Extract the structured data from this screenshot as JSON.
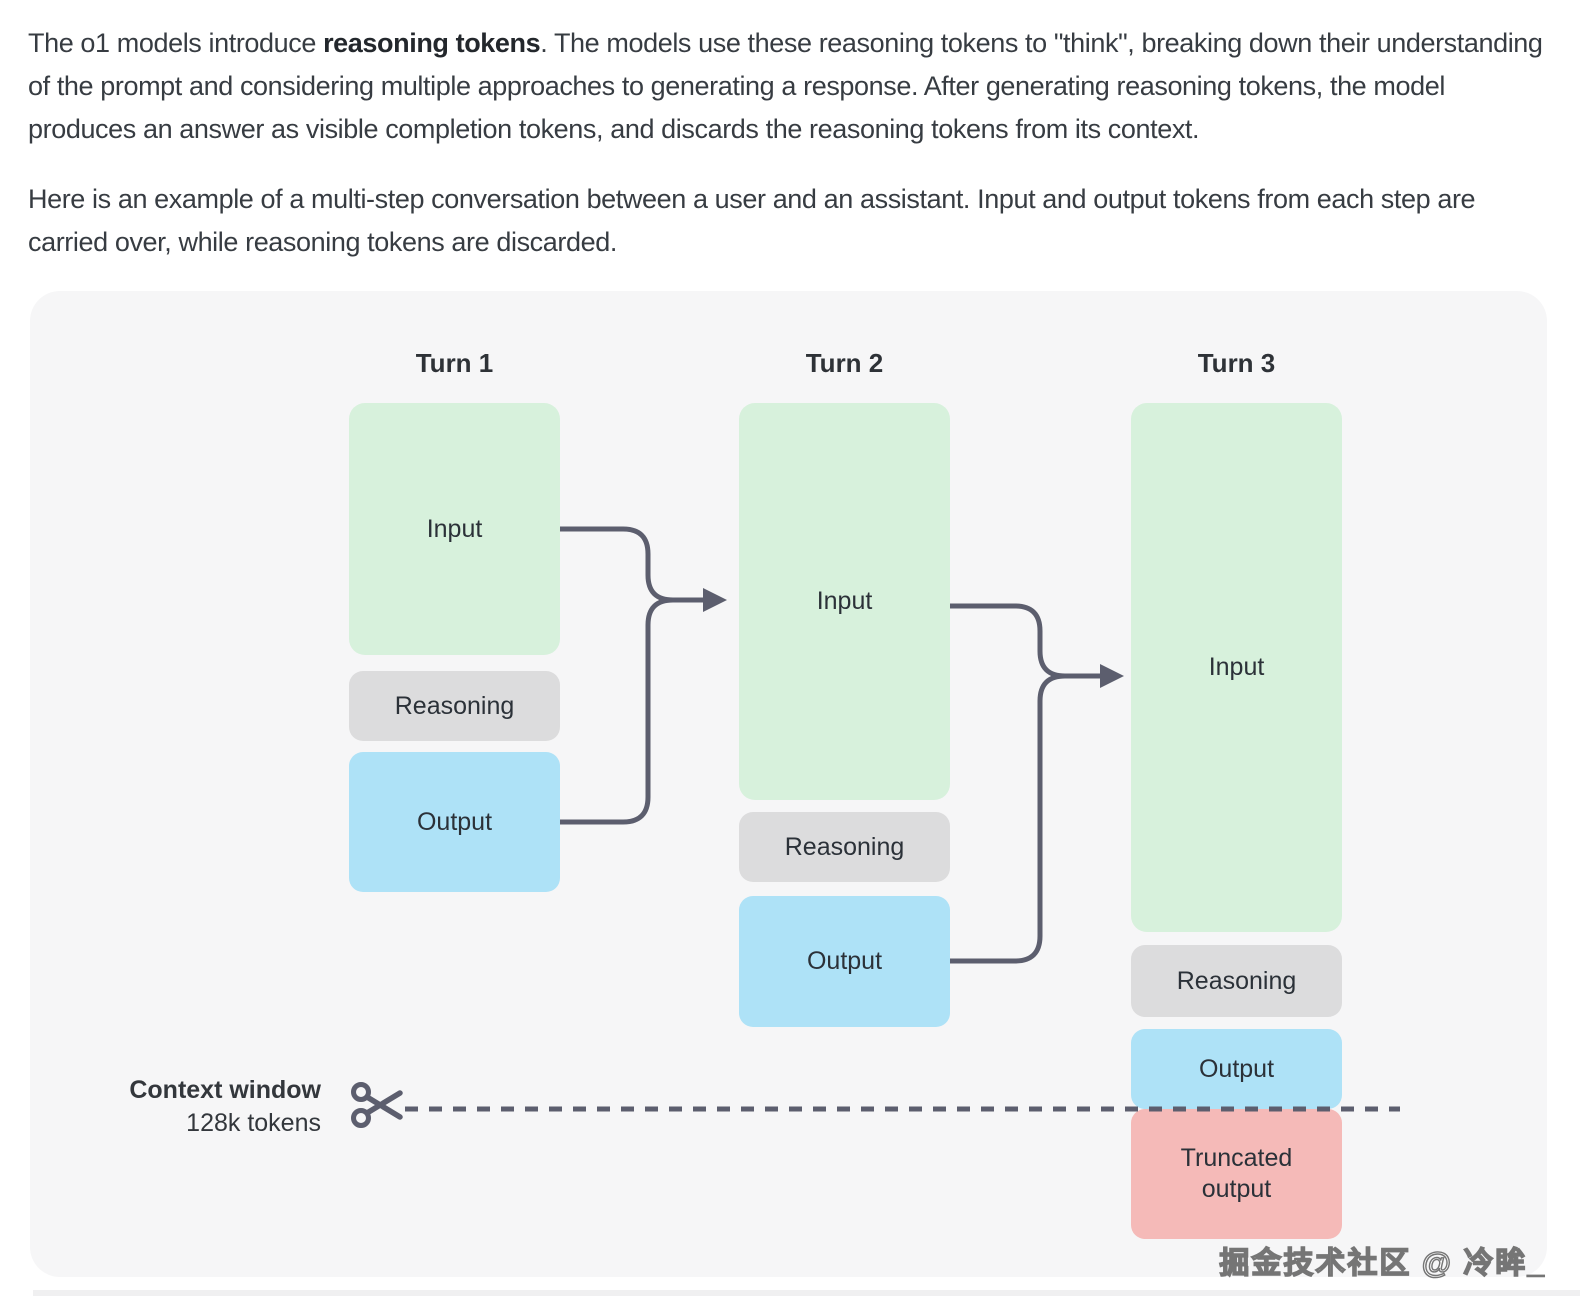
{
  "intro": {
    "p1_before": "The o1 models introduce ",
    "p1_bold": "reasoning tokens",
    "p1_after": ". The models use these reasoning tokens to \"think\", breaking down their understanding of the prompt and considering multiple approaches to generating a response. After generating reasoning tokens, the model produces an answer as visible completion tokens, and discards the reasoning tokens from its context.",
    "p2": "Here is an example of a multi-step conversation between a user and an assistant. Input and output tokens from each step are carried over, while reasoning tokens are discarded."
  },
  "diagram": {
    "turns": [
      {
        "label": "Turn 1",
        "boxes": [
          {
            "type": "input",
            "label": "Input"
          },
          {
            "type": "reasoning",
            "label": "Reasoning"
          },
          {
            "type": "output",
            "label": "Output"
          }
        ]
      },
      {
        "label": "Turn 2",
        "boxes": [
          {
            "type": "input",
            "label": "Input"
          },
          {
            "type": "reasoning",
            "label": "Reasoning"
          },
          {
            "type": "output",
            "label": "Output"
          }
        ]
      },
      {
        "label": "Turn 3",
        "boxes": [
          {
            "type": "input",
            "label": "Input"
          },
          {
            "type": "reasoning",
            "label": "Reasoning"
          },
          {
            "type": "output",
            "label": "Output"
          },
          {
            "type": "truncated",
            "label": "Truncated output"
          }
        ]
      }
    ],
    "context_window": {
      "title": "Context window",
      "subtitle": "128k tokens"
    },
    "icons": {
      "scissors": "scissors-icon"
    },
    "colors": {
      "input": "#d7f1dc",
      "reasoning": "#dcdcdd",
      "output": "#aee2f7",
      "truncated": "#f5bab8",
      "connector": "#5c5e6e",
      "canvas": "#f6f6f7"
    }
  },
  "watermark": {
    "text": "掘金技术社区 @ 冷眸_"
  }
}
